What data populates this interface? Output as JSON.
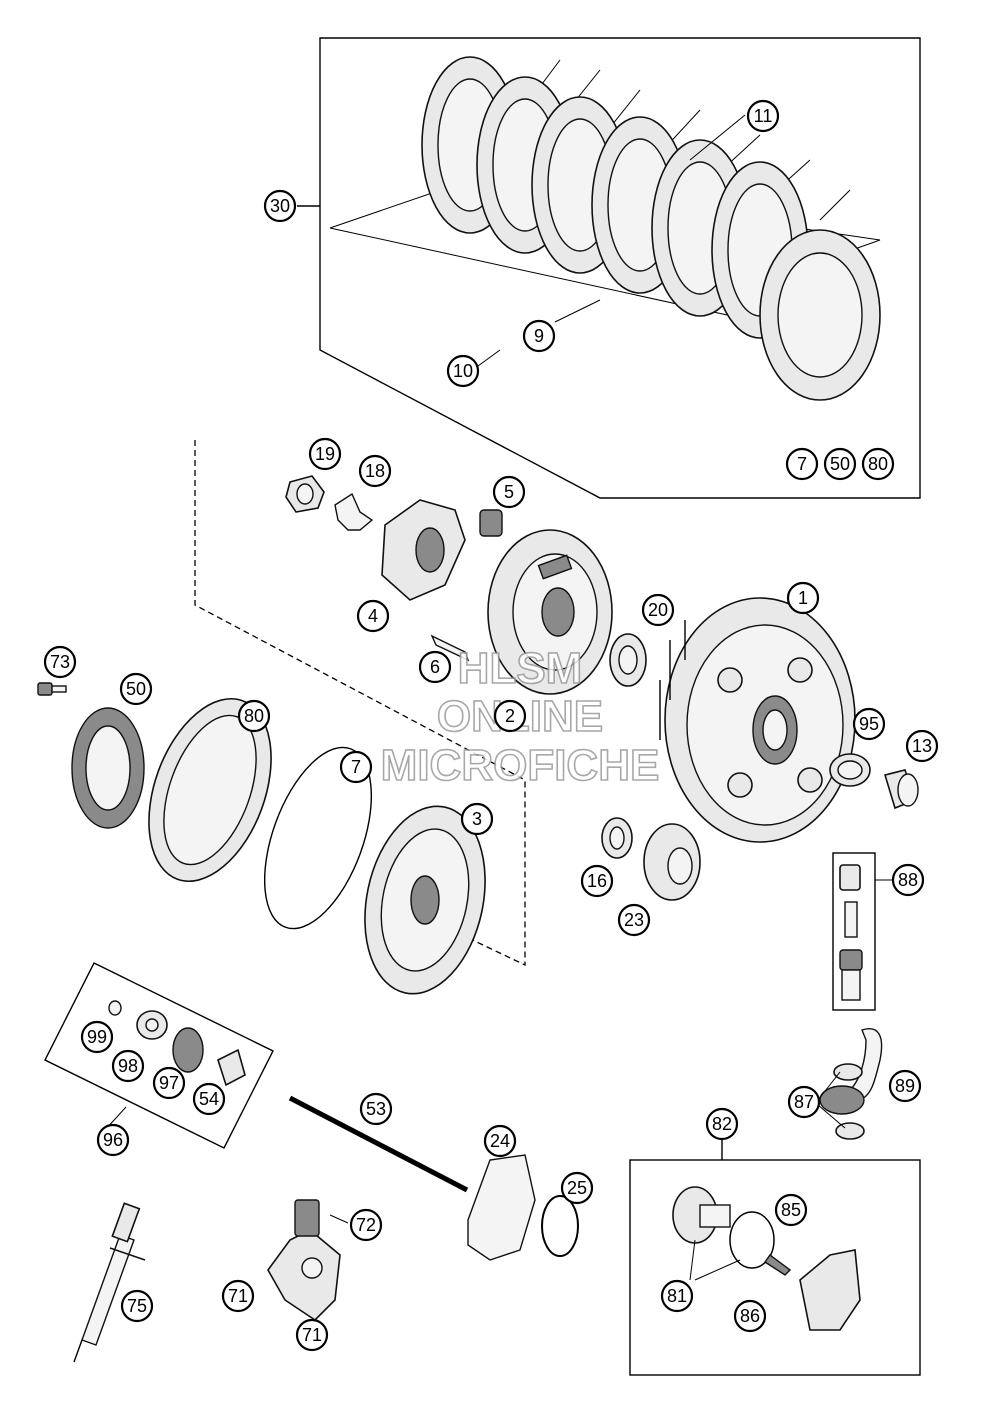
{
  "watermark": {
    "line1": "HLSM",
    "line2": "ONLINE",
    "line3": "MICROFICHE"
  },
  "callouts": [
    {
      "id": "c1",
      "label": "1"
    },
    {
      "id": "c2",
      "label": "2"
    },
    {
      "id": "c3",
      "label": "3"
    },
    {
      "id": "c4",
      "label": "4"
    },
    {
      "id": "c5",
      "label": "5"
    },
    {
      "id": "c6",
      "label": "6"
    },
    {
      "id": "c7a",
      "label": "7"
    },
    {
      "id": "c7b",
      "label": "7"
    },
    {
      "id": "c9",
      "label": "9"
    },
    {
      "id": "c10",
      "label": "10"
    },
    {
      "id": "c11",
      "label": "11"
    },
    {
      "id": "c13",
      "label": "13"
    },
    {
      "id": "c16",
      "label": "16"
    },
    {
      "id": "c18",
      "label": "18"
    },
    {
      "id": "c19",
      "label": "19"
    },
    {
      "id": "c20",
      "label": "20"
    },
    {
      "id": "c23",
      "label": "23"
    },
    {
      "id": "c24",
      "label": "24"
    },
    {
      "id": "c25",
      "label": "25"
    },
    {
      "id": "c30",
      "label": "30"
    },
    {
      "id": "c50a",
      "label": "50"
    },
    {
      "id": "c50b",
      "label": "50"
    },
    {
      "id": "c53",
      "label": "53"
    },
    {
      "id": "c54",
      "label": "54"
    },
    {
      "id": "c71a",
      "label": "71"
    },
    {
      "id": "c71b",
      "label": "71"
    },
    {
      "id": "c72",
      "label": "72"
    },
    {
      "id": "c73",
      "label": "73"
    },
    {
      "id": "c75",
      "label": "75"
    },
    {
      "id": "c80a",
      "label": "80"
    },
    {
      "id": "c80b",
      "label": "80"
    },
    {
      "id": "c81",
      "label": "81"
    },
    {
      "id": "c82",
      "label": "82"
    },
    {
      "id": "c85",
      "label": "85"
    },
    {
      "id": "c86",
      "label": "86"
    },
    {
      "id": "c87",
      "label": "87"
    },
    {
      "id": "c88",
      "label": "88"
    },
    {
      "id": "c89",
      "label": "89"
    },
    {
      "id": "c95",
      "label": "95"
    },
    {
      "id": "c96",
      "label": "96"
    },
    {
      "id": "c97",
      "label": "97"
    },
    {
      "id": "c98",
      "label": "98"
    },
    {
      "id": "c99",
      "label": "99"
    }
  ]
}
